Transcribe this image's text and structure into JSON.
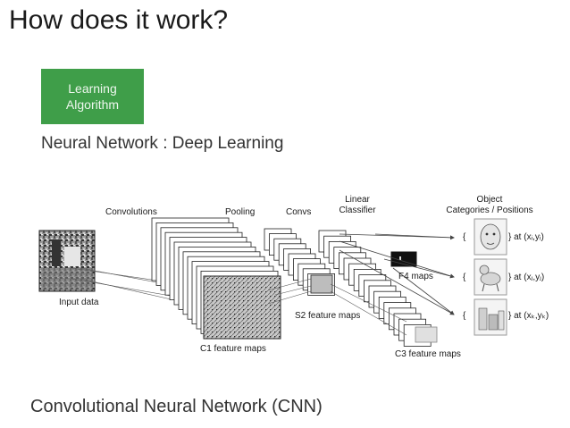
{
  "slide": {
    "title": "How does it work?",
    "learning_box_line1": "Learning",
    "learning_box_line2": "Algorithm",
    "subtitle": "Neural Network : Deep Learning",
    "caption": "Convolutional Neural Network (CNN)"
  },
  "diagram": {
    "stage_labels": {
      "convolutions": "Convolutions",
      "pooling": "Pooling",
      "convs": "Convs",
      "linear_line1": "Linear",
      "linear_line2": "Classifier",
      "object_line1": "Object",
      "object_line2": "Categories / Positions"
    },
    "map_labels": {
      "input": "Input data",
      "c1": "C1 feature maps",
      "s2": "S2 feature maps",
      "c3": "C3 feature maps",
      "f4": "F4 maps"
    },
    "outputs": [
      {
        "open": "{",
        "close": "} at",
        "coord": "(xᵢ,yᵢ)"
      },
      {
        "open": "{",
        "close": "} at",
        "coord": "(xⱼ,yⱼ)"
      },
      {
        "open": "{",
        "close": "} at",
        "coord": "(xₖ,yₖ)"
      }
    ],
    "colors": {
      "box_green": "#3f9e49",
      "map_stroke": "#222222",
      "f4_fill": "#111111"
    }
  }
}
